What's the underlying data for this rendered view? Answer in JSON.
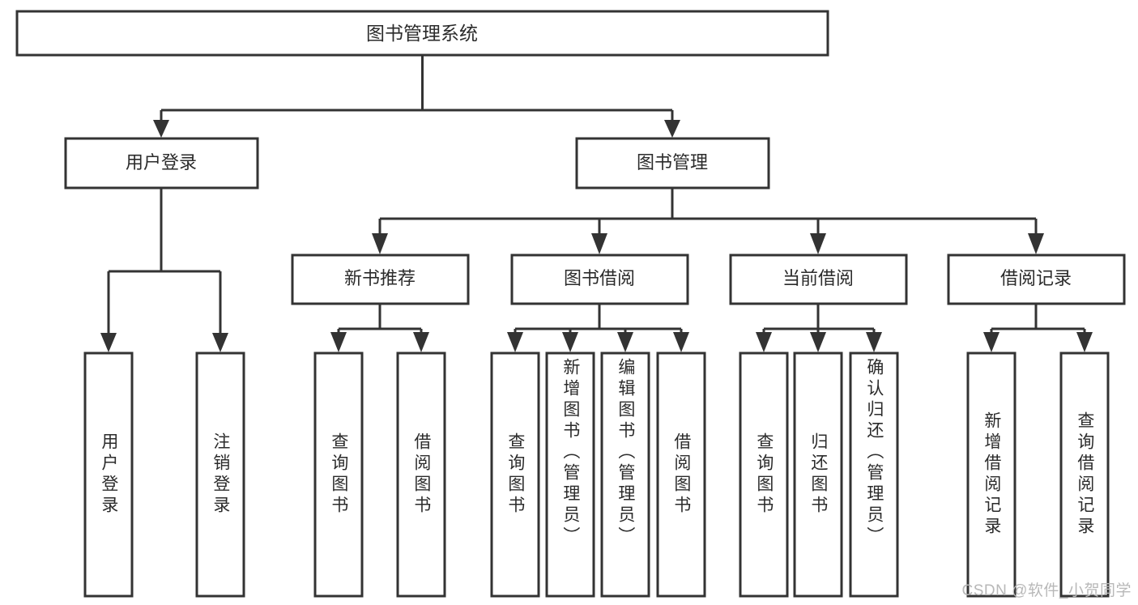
{
  "diagram": {
    "title": "图书管理系统",
    "watermark": "CSDN @软件_小贺同学",
    "colors": {
      "stroke": "#333333",
      "text": "#2b2b2b",
      "background": "#ffffff",
      "watermark": "#b8b8b8"
    },
    "root": {
      "label": "图书管理系统"
    },
    "level2": [
      {
        "label": "用户登录"
      },
      {
        "label": "图书管理"
      }
    ],
    "level3": [
      {
        "label": "新书推荐"
      },
      {
        "label": "图书借阅"
      },
      {
        "label": "当前借阅"
      },
      {
        "label": "借阅记录"
      }
    ],
    "leaves": {
      "user_login": [
        {
          "label": "用户登录"
        },
        {
          "label": "注销登录"
        }
      ],
      "new_book": [
        {
          "label": "查询图书"
        },
        {
          "label": "借阅图书"
        }
      ],
      "book_borrow": [
        {
          "label": "查询图书"
        },
        {
          "label": "新增图书（管理员）"
        },
        {
          "label": "编辑图书（管理员）"
        },
        {
          "label": "借阅图书"
        }
      ],
      "current_borrow": [
        {
          "label": "查询图书"
        },
        {
          "label": "归还图书"
        },
        {
          "label": "确认归还（管理员）"
        }
      ],
      "borrow_record": [
        {
          "label": "新增借阅记录"
        },
        {
          "label": "查询借阅记录"
        }
      ]
    }
  }
}
